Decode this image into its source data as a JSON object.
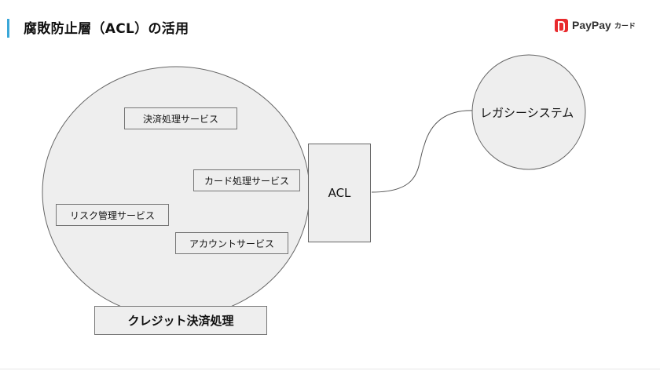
{
  "slide": {
    "title": "腐敗防止層（ACL）の活用",
    "accent_color": "#3aa7d8"
  },
  "logo": {
    "brand_text": "PayPay",
    "sub_text": "カード",
    "brand_color": "#e8292c",
    "icon": "paypay-logo-icon"
  },
  "diagram": {
    "domain_circle": {
      "label": "クレジット決済処理",
      "services": [
        "決済処理サービス",
        "カード処理サービス",
        "リスク管理サービス",
        "アカウントサービス"
      ]
    },
    "acl": {
      "label": "ACL"
    },
    "legacy_system": {
      "label": "レガシーシステム"
    },
    "fill_color": "#eeeeee",
    "stroke_color": "#666666"
  }
}
